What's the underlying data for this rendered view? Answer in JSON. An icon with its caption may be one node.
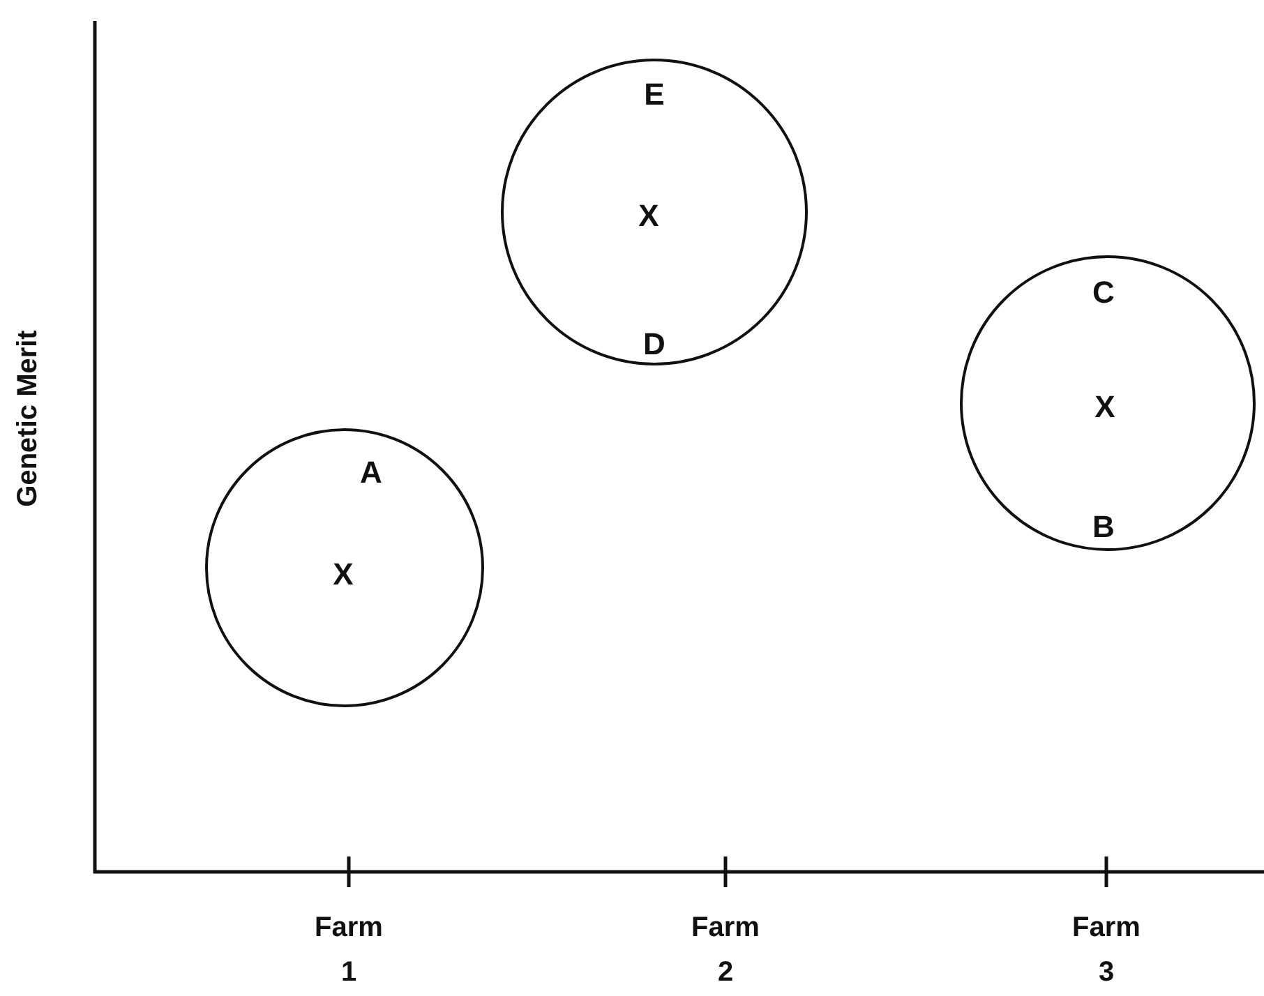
{
  "diagram": {
    "nodes": [
      {
        "text": [
          "A",
          "X"
        ]
      },
      {
        "text": [
          "E",
          "X",
          "D"
        ]
      },
      {
        "text": [
          "C",
          "X",
          "B"
        ]
      }
    ],
    "labels": [
      "Genetic Merit",
      "Farm 1",
      "Farm 2",
      "Farm 3"
    ]
  }
}
